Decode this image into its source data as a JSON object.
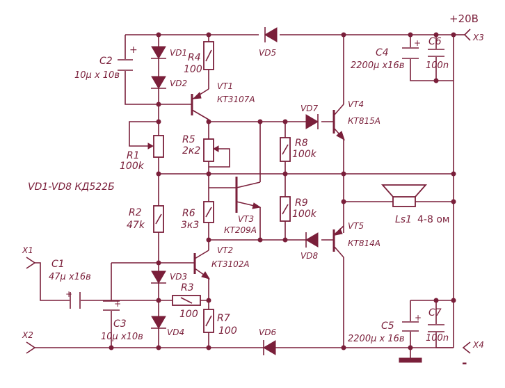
{
  "colors": {
    "ink": "#7a1f3a",
    "background": "#ffffff"
  },
  "labels": {
    "supply": "+20В",
    "minus": "-",
    "x1": "X1",
    "x2": "X2",
    "x3": "X3",
    "x4": "X4",
    "note": "VD1-VD8  КД522Б",
    "c1_name": "C1",
    "c1_val": "47μ x16в",
    "c2_name": "C2",
    "c2_val": "10μ x 10в",
    "c3_name": "C3",
    "c3_val": "10μ x10в",
    "c4_name": "C4",
    "c4_val": "2200μ x16в",
    "c5_name": "C5",
    "c5_val": "2200μ x 16в",
    "c6_name": "C6",
    "c6_val": "100n",
    "c7_name": "C7",
    "c7_val": "100n",
    "r1_name": "R1",
    "r1_val": "100k",
    "r2_name": "R2",
    "r2_val": "47k",
    "r3_name": "R3",
    "r3_val": "100",
    "r4_name": "R4",
    "r4_val": "100",
    "r5_name": "R5",
    "r5_val": "2к2",
    "r6_name": "R6",
    "r6_val": "3к3",
    "r7_name": "R7",
    "r7_val": "100",
    "r8_name": "R8",
    "r8_val": "100k",
    "r9_name": "R9",
    "r9_val": "100k",
    "vd1": "VD1",
    "vd2": "VD2",
    "vd3": "VD3",
    "vd4": "VD4",
    "vd5": "VD5",
    "vd6": "VD6",
    "vd7": "VD7",
    "vd8": "VD8",
    "vt1_name": "VT1",
    "vt1_type": "КТ3107А",
    "vt2_name": "VT2",
    "vt2_type": "КТ3102А",
    "vt3_name": "VT3",
    "vt3_type": "КТ209А",
    "vt4_name": "VT4",
    "vt4_type": "КТ815А",
    "vt5_name": "VT5",
    "vt5_type": "КТ814А",
    "ls_name": "Ls1",
    "ls_val": "4-8 ом",
    "plus": "+"
  }
}
